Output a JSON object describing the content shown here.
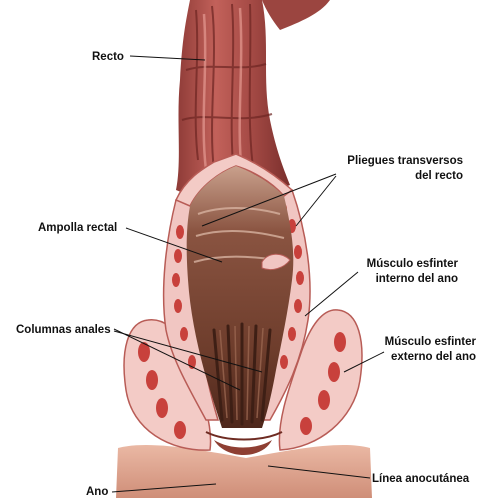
{
  "diagram": {
    "labels": {
      "recto": "Recto",
      "pliegues_l1": "Pliegues transversos",
      "pliegues_l2": "del recto",
      "ampolla": "Ampolla rectal",
      "esf_int_l1": "Músculo esfinter",
      "esf_int_l2": "interno del ano",
      "columnas": "Columnas anales",
      "esf_ext_l1": "Músculo esfinter",
      "esf_ext_l2": "externo del ano",
      "linea": "Línea anocutánea",
      "ano": "Ano"
    },
    "colors": {
      "rectum_wall": "#a8504a",
      "rectum_dark": "#7a2f2c",
      "interior": "#7e4a36",
      "interior_dark": "#5a2e20",
      "muscle_pink": "#f1c6c2",
      "muscle_red": "#c8413c",
      "skin": "#e2aa96"
    }
  }
}
